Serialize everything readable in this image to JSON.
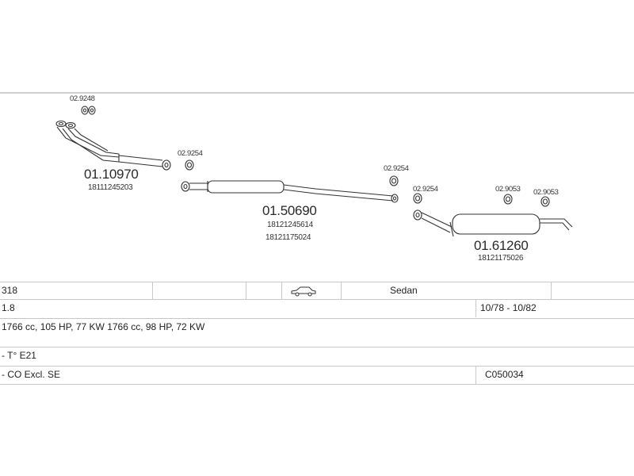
{
  "parts": {
    "gasket_top": "02.9248",
    "front_pipe": {
      "part": "01.10970",
      "oe": "18111245203"
    },
    "gasket_1": "02.9254",
    "middle_silencer": {
      "part": "01.50690",
      "oe": [
        "18121245614",
        "18121175024"
      ]
    },
    "gasket_2": "02.9254",
    "gasket_3": "02.9254",
    "mount_1": "02.9053",
    "mount_2": "02.9053",
    "rear_silencer": {
      "part": "01.61260",
      "oe": "18121175026"
    }
  },
  "vehicle": {
    "model": "318",
    "body_icon": "car-sedan-icon",
    "body": "Sedan",
    "engine": "1.8",
    "years": "10/78 - 10/82",
    "power": "1766 cc, 105 HP, 77 KW 1766 cc, 98 HP, 72 KW",
    "type": "- T° E21",
    "notes": "- CO Excl. SE",
    "code": "C050034"
  }
}
